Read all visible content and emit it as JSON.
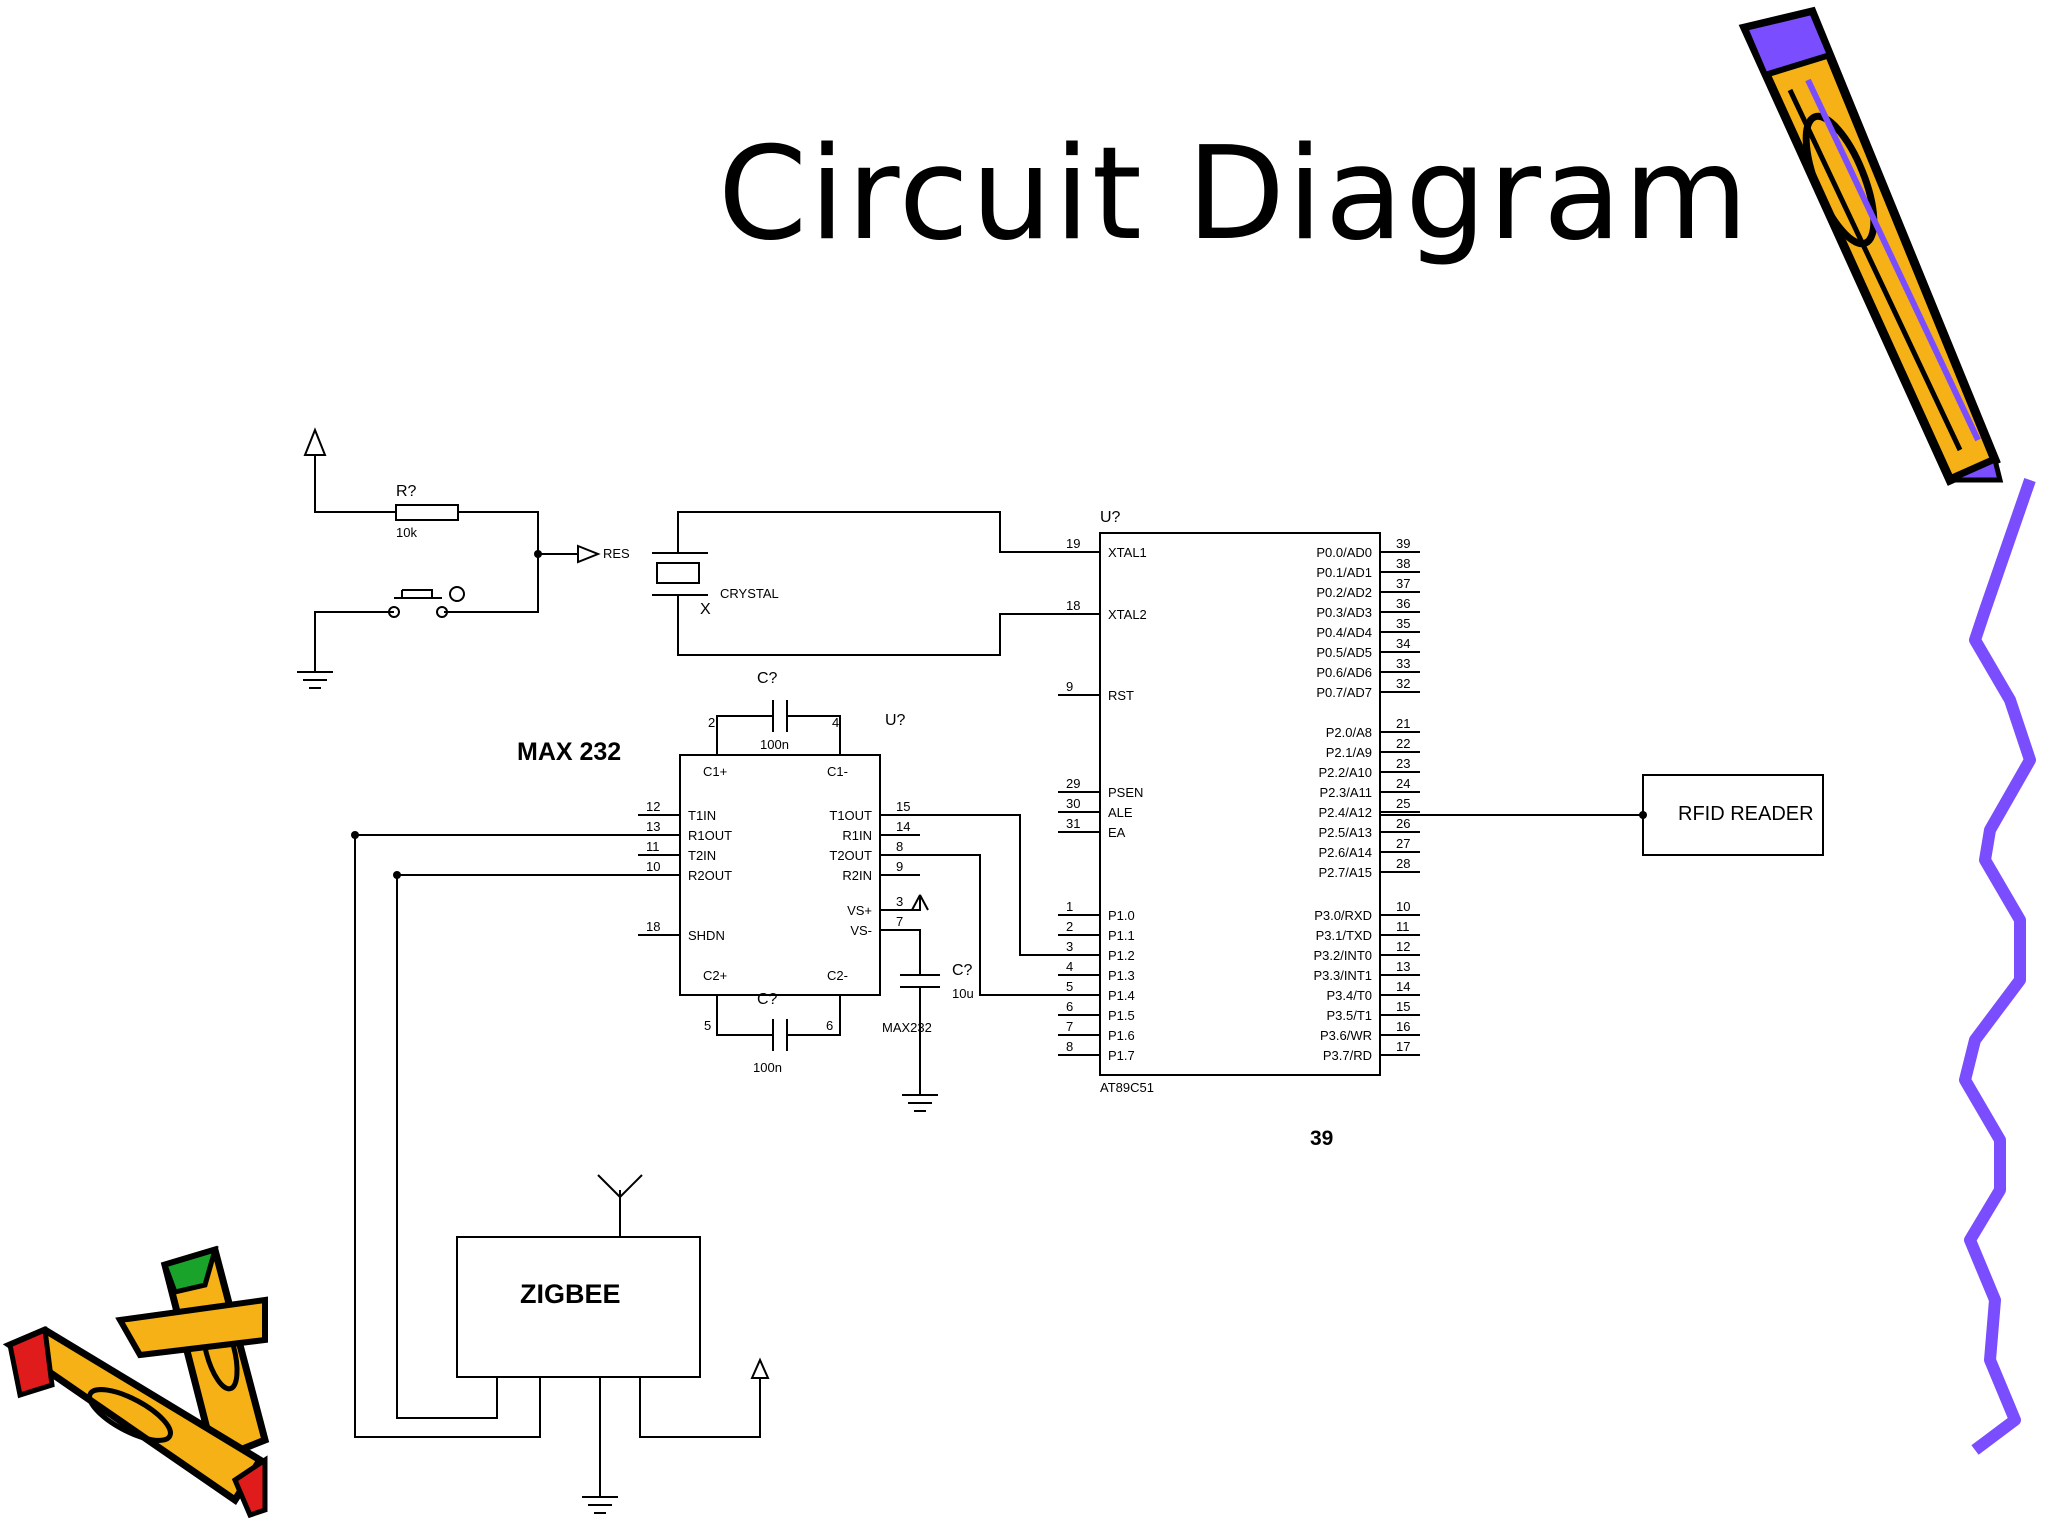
{
  "title": "Circuit Diagram",
  "colors": {
    "pencil_yellow": "#f5b116",
    "pencil_outline": "#000000",
    "squiggle": "#7a4dff",
    "crayon_red": "#e01b1b",
    "crayon_green": "#1aa32a"
  },
  "labels": {
    "resistor_ref": "R?",
    "resistor_value": "10k",
    "reset_net": "RES",
    "crystal": "CRYSTAL",
    "crystal_x": "X",
    "mcu_ref": "U?",
    "mcu_part": "AT89C51",
    "cap_ref": "C?",
    "cap_100n": "100n",
    "cap_10u": "10u",
    "max_ref": "U?",
    "max_title": "MAX 232",
    "max_part": "MAX232",
    "rfid": "RFID READER",
    "zigbee": "ZIGBEE",
    "page_number": "39"
  },
  "mcu": {
    "left_pins": [
      {
        "num": "19",
        "name": "XTAL1"
      },
      {
        "num": "18",
        "name": "XTAL2"
      },
      {
        "num": "9",
        "name": "RST"
      },
      {
        "num": "29",
        "name": "PSEN"
      },
      {
        "num": "30",
        "name": "ALE"
      },
      {
        "num": "31",
        "name": "EA"
      },
      {
        "num": "1",
        "name": "P1.0"
      },
      {
        "num": "2",
        "name": "P1.1"
      },
      {
        "num": "3",
        "name": "P1.2"
      },
      {
        "num": "4",
        "name": "P1.3"
      },
      {
        "num": "5",
        "name": "P1.4"
      },
      {
        "num": "6",
        "name": "P1.5"
      },
      {
        "num": "7",
        "name": "P1.6"
      },
      {
        "num": "8",
        "name": "P1.7"
      }
    ],
    "right_pins": [
      {
        "num": "39",
        "name": "P0.0/AD0"
      },
      {
        "num": "38",
        "name": "P0.1/AD1"
      },
      {
        "num": "37",
        "name": "P0.2/AD2"
      },
      {
        "num": "36",
        "name": "P0.3/AD3"
      },
      {
        "num": "35",
        "name": "P0.4/AD4"
      },
      {
        "num": "34",
        "name": "P0.5/AD5"
      },
      {
        "num": "33",
        "name": "P0.6/AD6"
      },
      {
        "num": "32",
        "name": "P0.7/AD7"
      },
      {
        "num": "21",
        "name": "P2.0/A8"
      },
      {
        "num": "22",
        "name": "P2.1/A9"
      },
      {
        "num": "23",
        "name": "P2.2/A10"
      },
      {
        "num": "24",
        "name": "P2.3/A11"
      },
      {
        "num": "25",
        "name": "P2.4/A12"
      },
      {
        "num": "26",
        "name": "P2.5/A13"
      },
      {
        "num": "27",
        "name": "P2.6/A14"
      },
      {
        "num": "28",
        "name": "P2.7/A15"
      },
      {
        "num": "10",
        "name": "P3.0/RXD"
      },
      {
        "num": "11",
        "name": "P3.1/TXD"
      },
      {
        "num": "12",
        "name": "P3.2/INT0"
      },
      {
        "num": "13",
        "name": "P3.3/INT1"
      },
      {
        "num": "14",
        "name": "P3.4/T0"
      },
      {
        "num": "15",
        "name": "P3.5/T1"
      },
      {
        "num": "16",
        "name": "P3.6/WR"
      },
      {
        "num": "17",
        "name": "P3.7/RD"
      }
    ]
  },
  "max232": {
    "left_pins": [
      {
        "num": "12",
        "name": "T1IN"
      },
      {
        "num": "13",
        "name": "R1OUT"
      },
      {
        "num": "11",
        "name": "T2IN"
      },
      {
        "num": "10",
        "name": "R2OUT"
      },
      {
        "num": "18",
        "name": "SHDN"
      }
    ],
    "right_pins": [
      {
        "num": "15",
        "name": "T1OUT"
      },
      {
        "num": "14",
        "name": "R1IN"
      },
      {
        "num": "8",
        "name": "T2OUT"
      },
      {
        "num": "9",
        "name": "R2IN"
      },
      {
        "num": "3",
        "name": "VS+"
      },
      {
        "num": "7",
        "name": "VS-"
      }
    ],
    "top_pins": [
      {
        "num": "2",
        "name": "C1+"
      },
      {
        "num": "4",
        "name": "C1-"
      }
    ],
    "bottom_pins": [
      {
        "num": "5",
        "name": "C2+"
      },
      {
        "num": "6",
        "name": "C2-"
      }
    ]
  }
}
